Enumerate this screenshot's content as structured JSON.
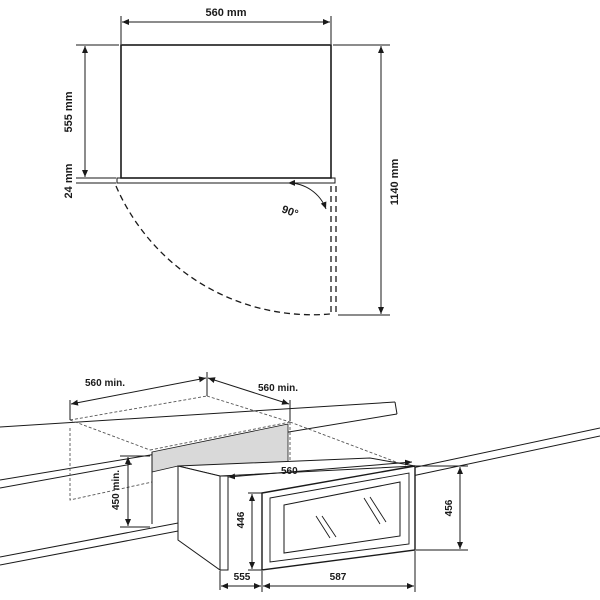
{
  "top_view": {
    "width_label": "560 mm",
    "depth_label": "555 mm",
    "front_label": "24 mm",
    "total_label": "1140 mm",
    "angle_label": "90°"
  },
  "install_view": {
    "niche_width_label": "560 min.",
    "niche_depth_label": "560 min.",
    "niche_height_label": "450 min.",
    "body_width_label": "560",
    "body_height_label": "446",
    "front_height_label": "456",
    "body_depth_label": "555",
    "front_width_label": "587"
  }
}
